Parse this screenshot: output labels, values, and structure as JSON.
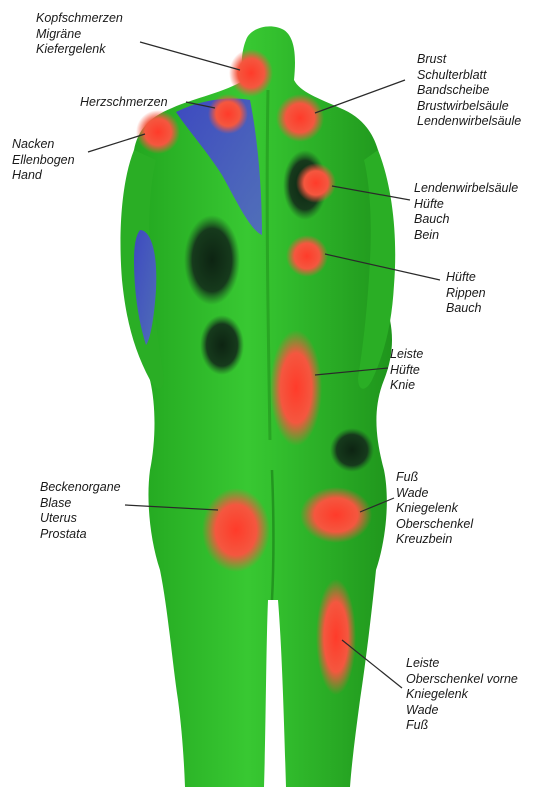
{
  "colors": {
    "body": "#2fbf2a",
    "body_shadow": "#1f8f1c",
    "trigger_point": "#f0503a",
    "referred_zone": "#4a56c8",
    "muscle_knot": "#12301a"
  },
  "labels": {
    "head": [
      "Kopfschmerzen",
      "Migräne",
      "Kiefergelenk"
    ],
    "heart": [
      "Herzschmerzen"
    ],
    "neck_arm": [
      "Nacken",
      "Ellenbogen",
      "Hand"
    ],
    "chest_spine": [
      "Brust",
      "Schulterblatt",
      "Bandscheibe",
      "Brustwirbelsäule",
      "Lendenwirbelsäule"
    ],
    "lumbar": [
      "Lendenwirbelsäule",
      "Hüfte",
      "Bauch",
      "Bein"
    ],
    "hip_ribs": [
      "Hüfte",
      "Rippen",
      "Bauch"
    ],
    "groin": [
      "Leiste",
      "Hüfte",
      "Knie"
    ],
    "pelvic": [
      "Beckenorgane",
      "Blase",
      "Uterus",
      "Prostata"
    ],
    "foot_knee": [
      "Fuß",
      "Wade",
      "Kniegelenk",
      "Oberschenkel",
      "Kreuzbein"
    ],
    "thigh": [
      "Leiste",
      "Oberschenkel vorne",
      "Kniegelenk",
      "Wade",
      "Fuß"
    ]
  }
}
